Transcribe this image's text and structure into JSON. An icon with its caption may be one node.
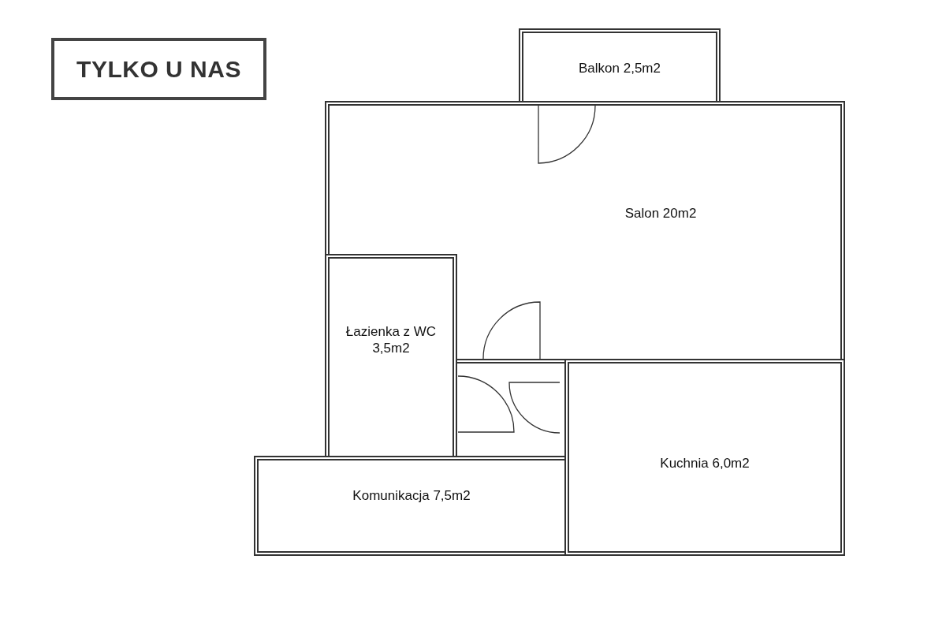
{
  "diagram": {
    "nodes": [
      {
        "text": [
          "TYLKO U NAS"
        ]
      },
      {
        "text": [
          "Balkon 2,5m2"
        ]
      },
      {
        "text": [
          "Salon 20m2"
        ]
      },
      {
        "text": [
          "Łazienka z WC 3,5m2"
        ]
      },
      {
        "text": [],
        "shape": "box"
      },
      {
        "text": [
          "Kuchnia 6,0m2"
        ]
      },
      {
        "text": [
          "Komunikacja 7,5m2"
        ]
      }
    ]
  }
}
